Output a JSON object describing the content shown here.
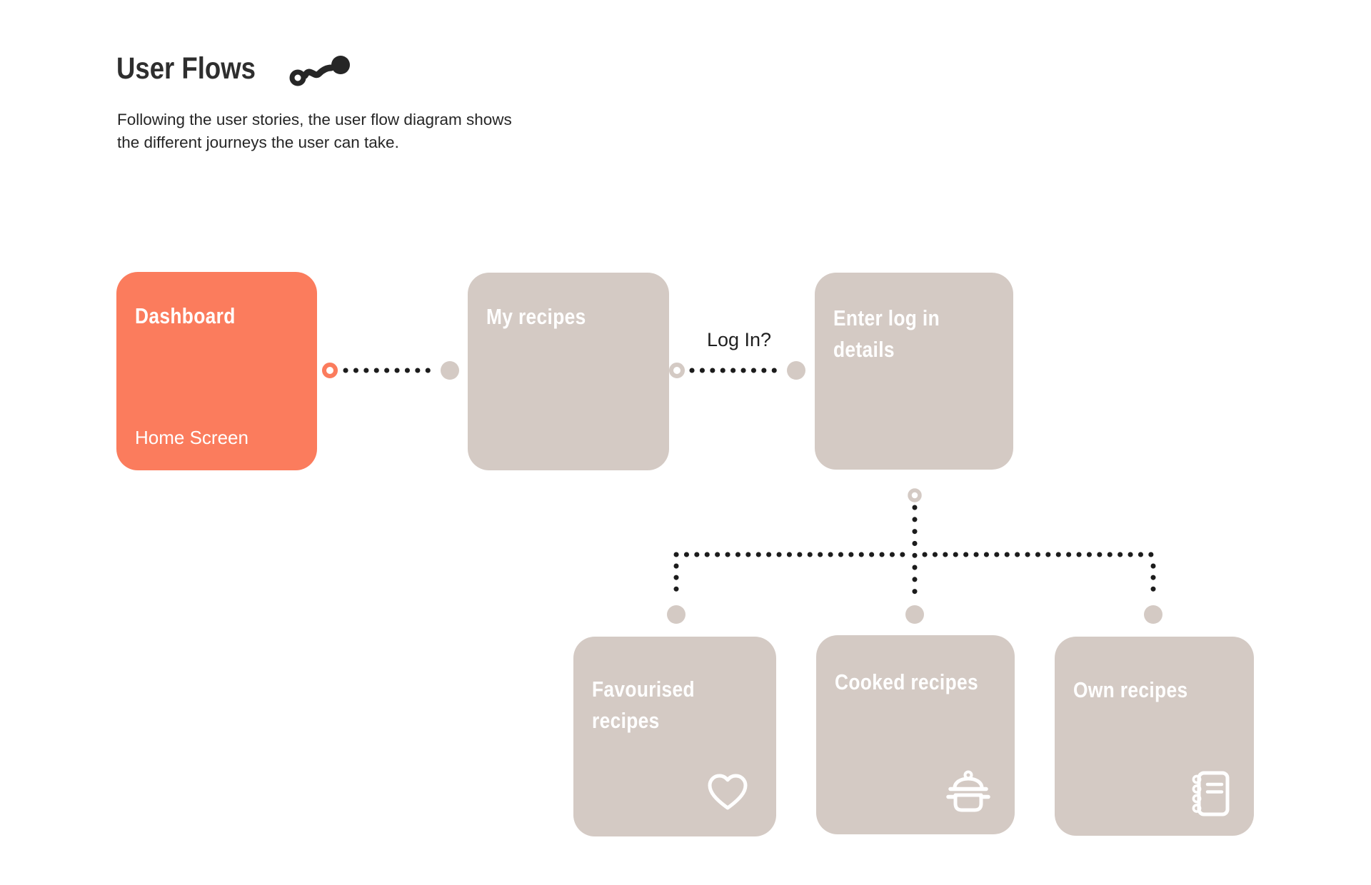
{
  "header": {
    "title": "User Flows",
    "icon": "flow-connector-icon",
    "subtitle_line1": "Following the user stories, the user flow diagram shows",
    "subtitle_line2": "the different journeys the user can take."
  },
  "colors": {
    "accent": "#fb7c5d",
    "neutral": "#d4cac4",
    "dots": "#1c1c1c",
    "text": "#2b2b2b",
    "node_text": "#ffffff",
    "background": "#ffffff"
  },
  "nodes": [
    {
      "id": "dashboard",
      "label": "Dashboard",
      "sublabel": "Home Screen",
      "style": "accent"
    },
    {
      "id": "my-recipes",
      "label": "My recipes",
      "style": "neutral"
    },
    {
      "id": "enter-login",
      "label": "Enter log in details",
      "style": "neutral"
    },
    {
      "id": "favourised",
      "label": "Favourised recipes",
      "style": "neutral",
      "icon": "heart-icon"
    },
    {
      "id": "cooked",
      "label": "Cooked recipes",
      "style": "neutral",
      "icon": "pot-icon"
    },
    {
      "id": "own",
      "label": "Own recipes",
      "style": "neutral",
      "icon": "notebook-icon"
    }
  ],
  "connectors": {
    "login_question_label": "Log In?"
  }
}
